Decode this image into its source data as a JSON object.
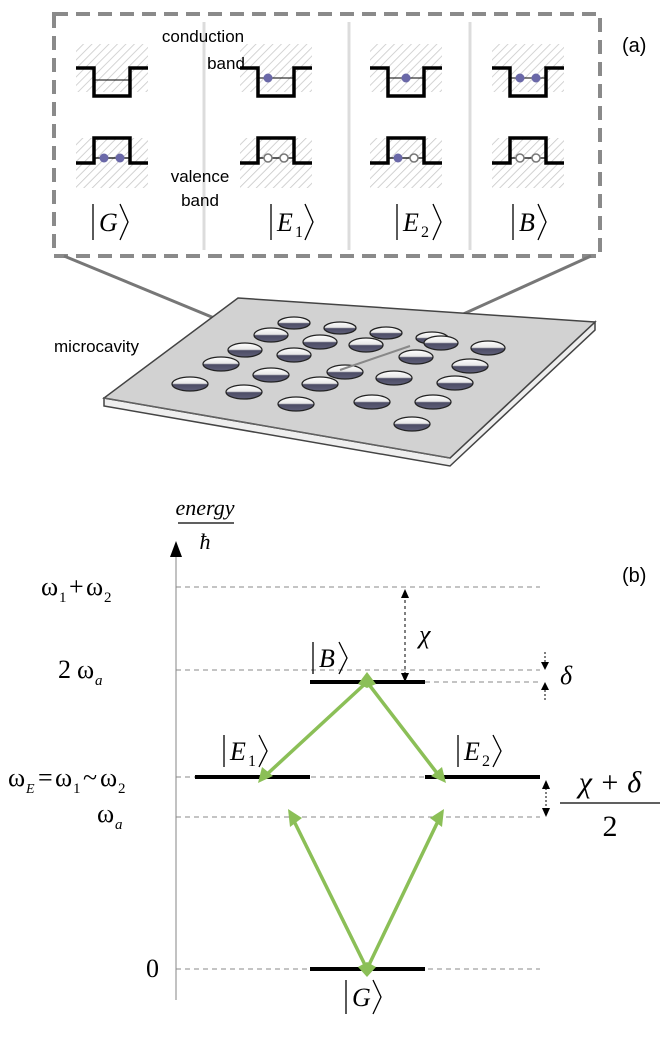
{
  "panel_a": {
    "label": "(a)",
    "conduction_band_line1": "conduction",
    "conduction_band_line2": "band",
    "valence_band_line1": "valence",
    "valence_band_line2": "band",
    "microcavity_label": "microcavity",
    "states": [
      {
        "name": "G",
        "sub": ""
      },
      {
        "name": "E",
        "sub": "1"
      },
      {
        "name": "E",
        "sub": "2"
      },
      {
        "name": "B",
        "sub": ""
      }
    ]
  },
  "panel_b": {
    "label": "(b)",
    "axis_numerator": "energy",
    "axis_denominator": "ħ",
    "level_w1w2": {
      "a": "ω",
      "a_sub": "1",
      "plus": "+",
      "b": "ω",
      "b_sub": "2"
    },
    "level_2wa": {
      "coef": "2",
      "w": "ω",
      "sub": "a"
    },
    "level_wE": {
      "w": "ω",
      "sub": "E",
      "eq": "=",
      "w1": "ω",
      "w1_sub": "1",
      "tilde": "~",
      "w2": "ω",
      "w2_sub": "2"
    },
    "level_wa": {
      "w": "ω",
      "sub": "a"
    },
    "level_zero": "0",
    "state_B": "B",
    "state_E1": {
      "name": "E",
      "sub": "1"
    },
    "state_E2": {
      "name": "E",
      "sub": "2"
    },
    "state_G": "G",
    "chi": "χ",
    "delta": "δ",
    "fraction_numerator": "χ + δ",
    "fraction_denominator": "2"
  },
  "colors": {
    "arrow_green": "#8bbf57",
    "dot_fill": "#6a68a8",
    "dashed_border": "#8a8a8a",
    "hatch": "#cfcfcf",
    "slab_top": "#d2d2d2",
    "hole_inner": "#5a5a70"
  }
}
